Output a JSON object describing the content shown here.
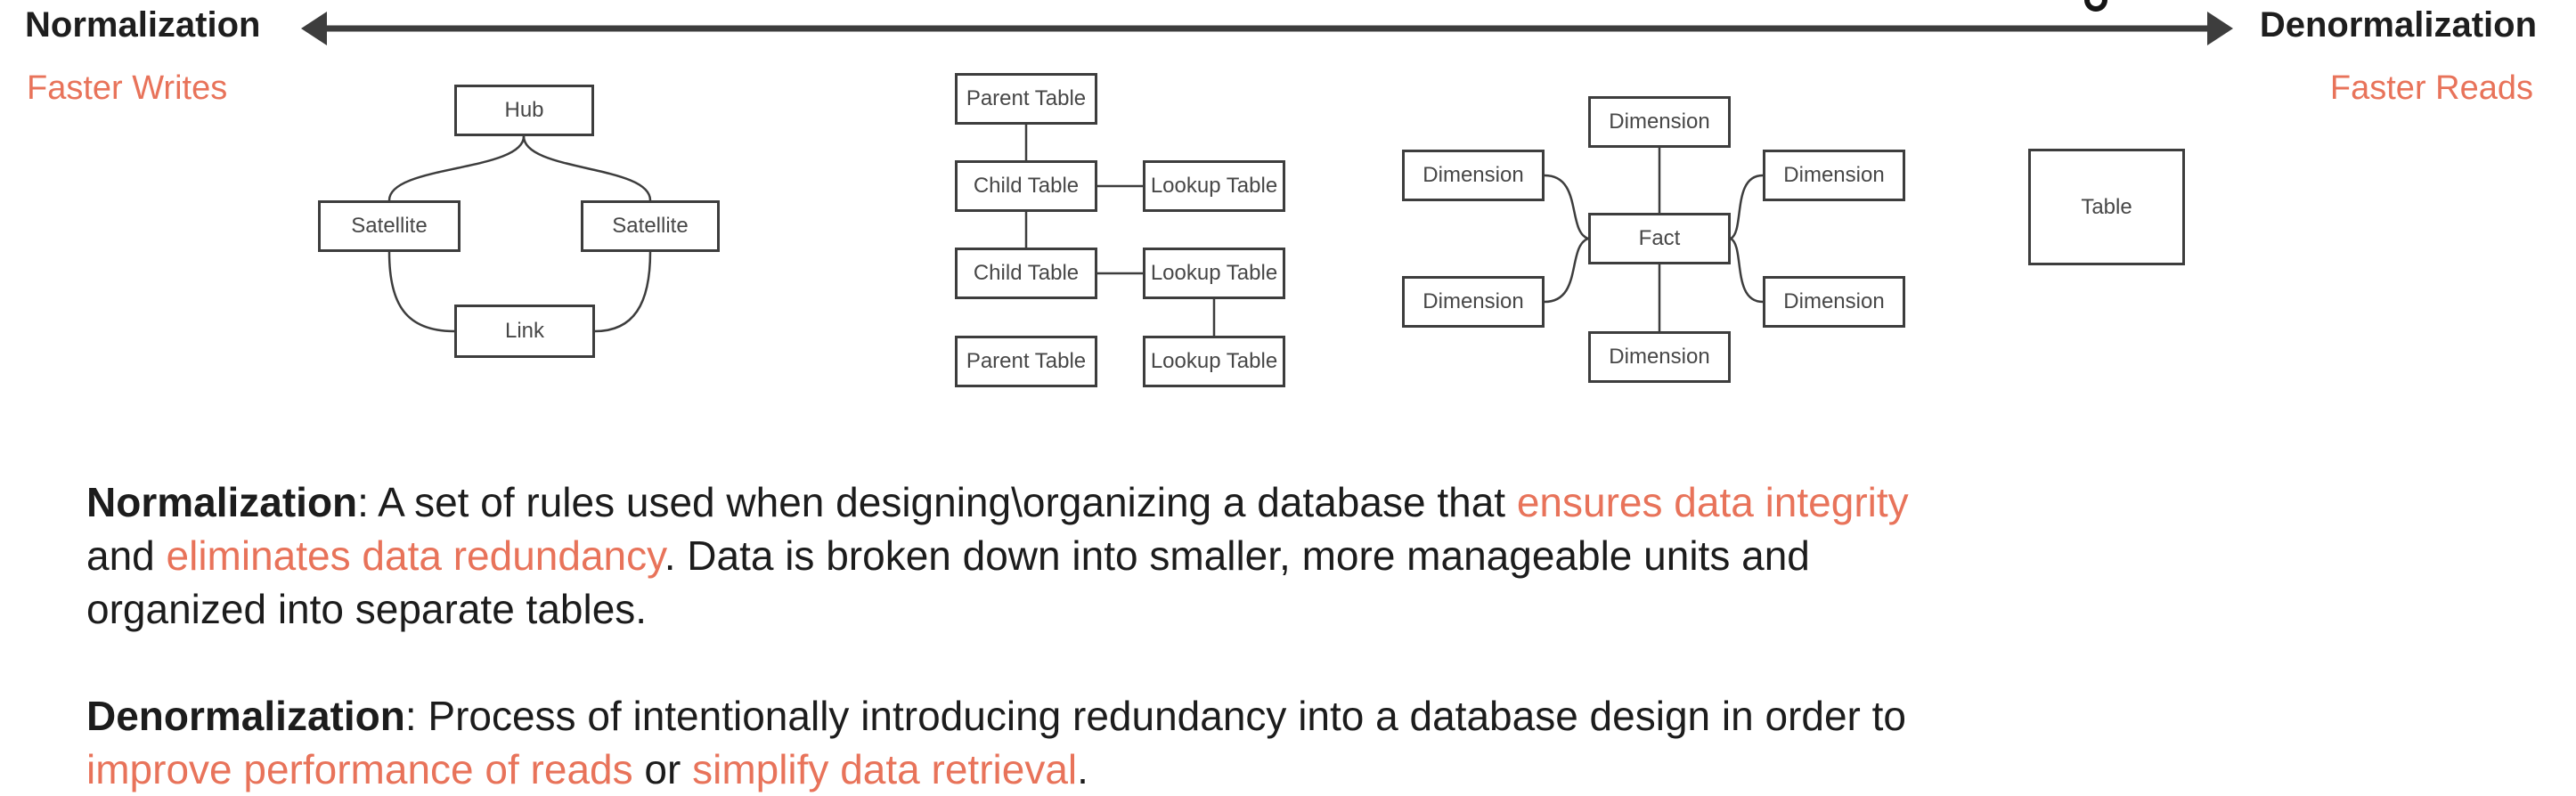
{
  "colors": {
    "accent": "#e8735a",
    "ink": "#1c1c1c",
    "line": "#3d3d3d"
  },
  "axis": {
    "left_label": "Normalization",
    "right_label": "Denormalization",
    "left_sublabel": "Faster Writes",
    "right_sublabel": "Faster Reads"
  },
  "diagrams": {
    "data_vault": {
      "hub": "Hub",
      "satellite_left": "Satellite",
      "satellite_right": "Satellite",
      "link": "Link"
    },
    "normalized": {
      "parent_top": "Parent Table",
      "child_1": "Child Table",
      "lookup_1": "Lookup Table",
      "child_2": "Child Table",
      "lookup_2": "Lookup Table",
      "parent_bottom": "Parent Table",
      "lookup_3": "Lookup Table"
    },
    "star": {
      "dim_top": "Dimension",
      "dim_left_top": "Dimension",
      "dim_right_top": "Dimension",
      "fact": "Fact",
      "dim_left_bottom": "Dimension",
      "dim_right_bottom": "Dimension",
      "dim_bottom": "Dimension"
    },
    "single_table": {
      "table": "Table"
    }
  },
  "paragraphs": [
    {
      "lines": [
        [
          {
            "t": "Normalization",
            "s": "bold"
          },
          {
            "t": ": A set of rules used when designing\\organizing a database that ",
            "s": "normal"
          },
          {
            "t": "ensures data integrity",
            "s": "accent"
          }
        ],
        [
          {
            "t": "and ",
            "s": "normal"
          },
          {
            "t": "eliminates data redundancy",
            "s": "accent"
          },
          {
            "t": ". Data is broken down into smaller, more manageable units and",
            "s": "normal"
          }
        ],
        [
          {
            "t": "organized into separate tables.",
            "s": "normal"
          }
        ]
      ]
    },
    {
      "lines": [
        [
          {
            "t": "Denormalization",
            "s": "bold"
          },
          {
            "t": ": Process of intentionally introducing redundancy into a database design in order to",
            "s": "normal"
          }
        ],
        [
          {
            "t": "improve performance of reads",
            "s": "accent"
          },
          {
            "t": " or ",
            "s": "normal"
          },
          {
            "t": "simplify data retrieval",
            "s": "accent"
          },
          {
            "t": ".",
            "s": "normal"
          }
        ]
      ]
    }
  ]
}
